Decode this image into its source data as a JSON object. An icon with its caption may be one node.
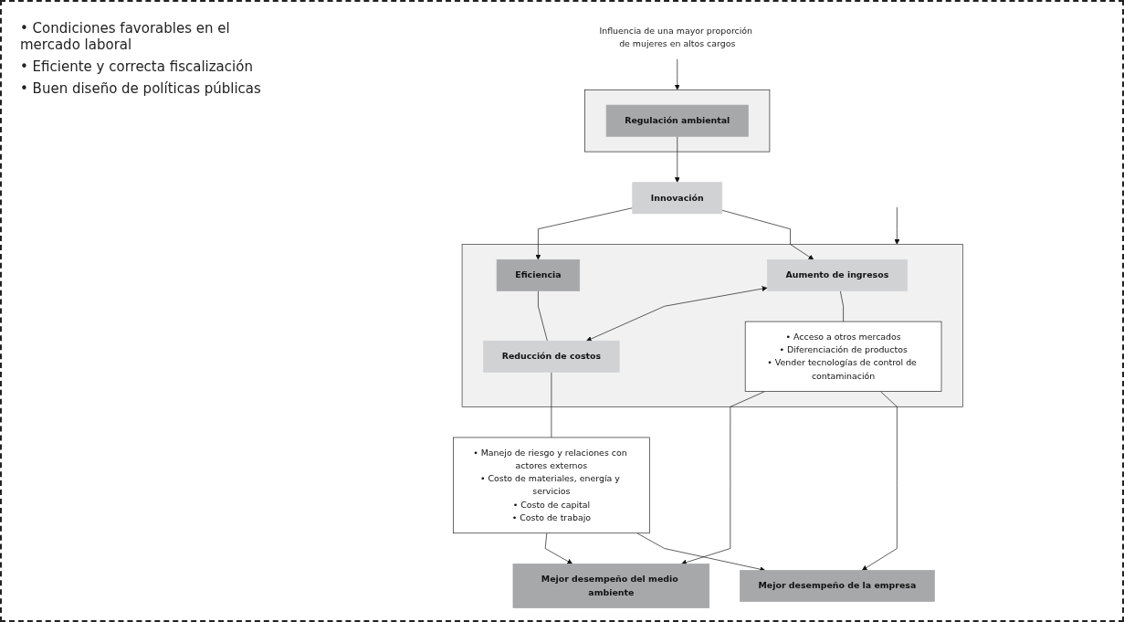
{
  "diagram": {
    "nodes": [
      {
        "text": [],
        "shape": "box"
      },
      {
        "text": [
          "Regulación ambiental"
        ],
        "in": 0
      },
      {
        "text": [
          "Innovación"
        ]
      },
      {
        "text": [],
        "shape": "box"
      },
      {
        "text": [
          "Aumento de ingresos"
        ],
        "in": 3
      },
      {
        "text": [
          "• Acceso a otros mercados",
          "• Diferenciación de productos",
          "• Vender tecnologías de control de contaminación"
        ],
        "in": 3
      },
      {
        "text": [
          "Eficiencia"
        ],
        "in": 3
      },
      {
        "text": [
          "Reducción de costos"
        ],
        "in": 3
      },
      {
        "text": [
          "• Manejo de riesgo y relaciones con actores externos",
          "• Costo de materiales, energía y servicios",
          "• Costo de capital",
          "• Costo de trabajo"
        ]
      },
      {
        "text": [
          "Influencia de una mayor proporción de mujeres en altos cargos"
        ]
      },
      {
        "text": [
          "Mejor desempeño de la empresa"
        ]
      },
      {
        "text": [
          "Mejor desempeño del medio ambiente"
        ]
      }
    ],
    "edges": [
      {
        "from": 9,
        "to": 0,
        "arrow": "to"
      },
      {
        "from": 1,
        "to": 2,
        "arrow": "to"
      },
      {
        "from": null,
        "to": 3,
        "arrow": "to"
      },
      {
        "from": 2,
        "to": 4,
        "arrow": "to"
      },
      {
        "from": 2,
        "to": 6,
        "arrow": "to"
      },
      {
        "from": 4,
        "to": 5,
        "arrow": "none"
      },
      {
        "from": 4,
        "to": 7,
        "arrow": "both"
      },
      {
        "from": 6,
        "to": 7,
        "arrow": "none"
      },
      {
        "from": 7,
        "to": 8,
        "arrow": "none"
      },
      {
        "from": 5,
        "to": 10,
        "arrow": "to"
      },
      {
        "from": 5,
        "to": 11,
        "arrow": "to"
      },
      {
        "from": 8,
        "to": 10,
        "arrow": "to"
      },
      {
        "from": 8,
        "to": 11,
        "arrow": "to"
      }
    ],
    "labels": [
      "• Condiciones favorables en el mercado laboral",
      "• Eficiente y correcta fiscalización",
      "• Buen diseño de políticas públicas"
    ]
  }
}
